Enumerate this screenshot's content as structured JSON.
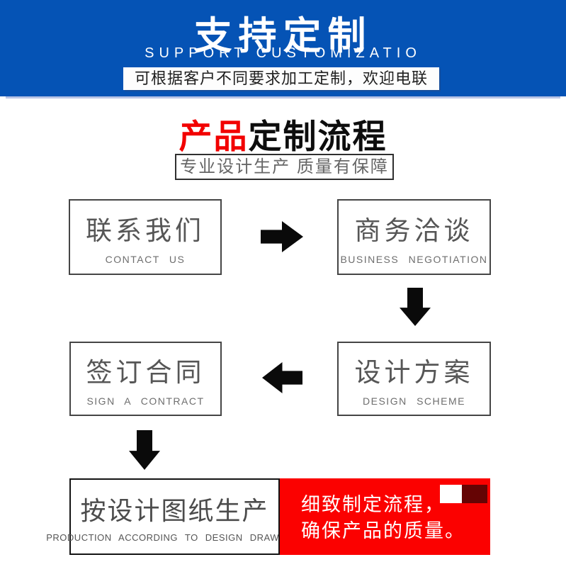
{
  "banner": {
    "heading": "支持定制",
    "subheading": "SUPPORT CUSTOMIZATIO",
    "strip": "可根据客户不同要求加工定制，欢迎电联",
    "bg_color": "#0553b5",
    "shadow_color": "#b9c4e6"
  },
  "process": {
    "title_red": "产品",
    "title_rest": "定制流程",
    "title_red_color": "#f20000",
    "tagline": "专业设计生产 质量有保障"
  },
  "steps": {
    "contact": {
      "zh": "联系我们",
      "en": "CONTACT US"
    },
    "negotiation": {
      "zh": "商务洽谈",
      "en": "BUSINESS NEGOTIATION"
    },
    "contract": {
      "zh": "签订合同",
      "en": "SIGN A CONTRACT"
    },
    "design": {
      "zh": "设计方案",
      "en": "DESIGN SCHEME"
    },
    "production": {
      "zh": "按设计图纸生产",
      "en": "PRODUCTION ACCORDING TO DESIGN DRAWINGS"
    }
  },
  "note": {
    "line1": "细致制定流程，",
    "line2": "确保产品的质量。",
    "bg_color": "#fb0100",
    "swatch_dark_color": "#650404"
  },
  "icons": {
    "flow_arrows": [
      "arrow-right-icon",
      "arrow-down-icon",
      "arrow-left-icon",
      "arrow-down-icon"
    ]
  }
}
